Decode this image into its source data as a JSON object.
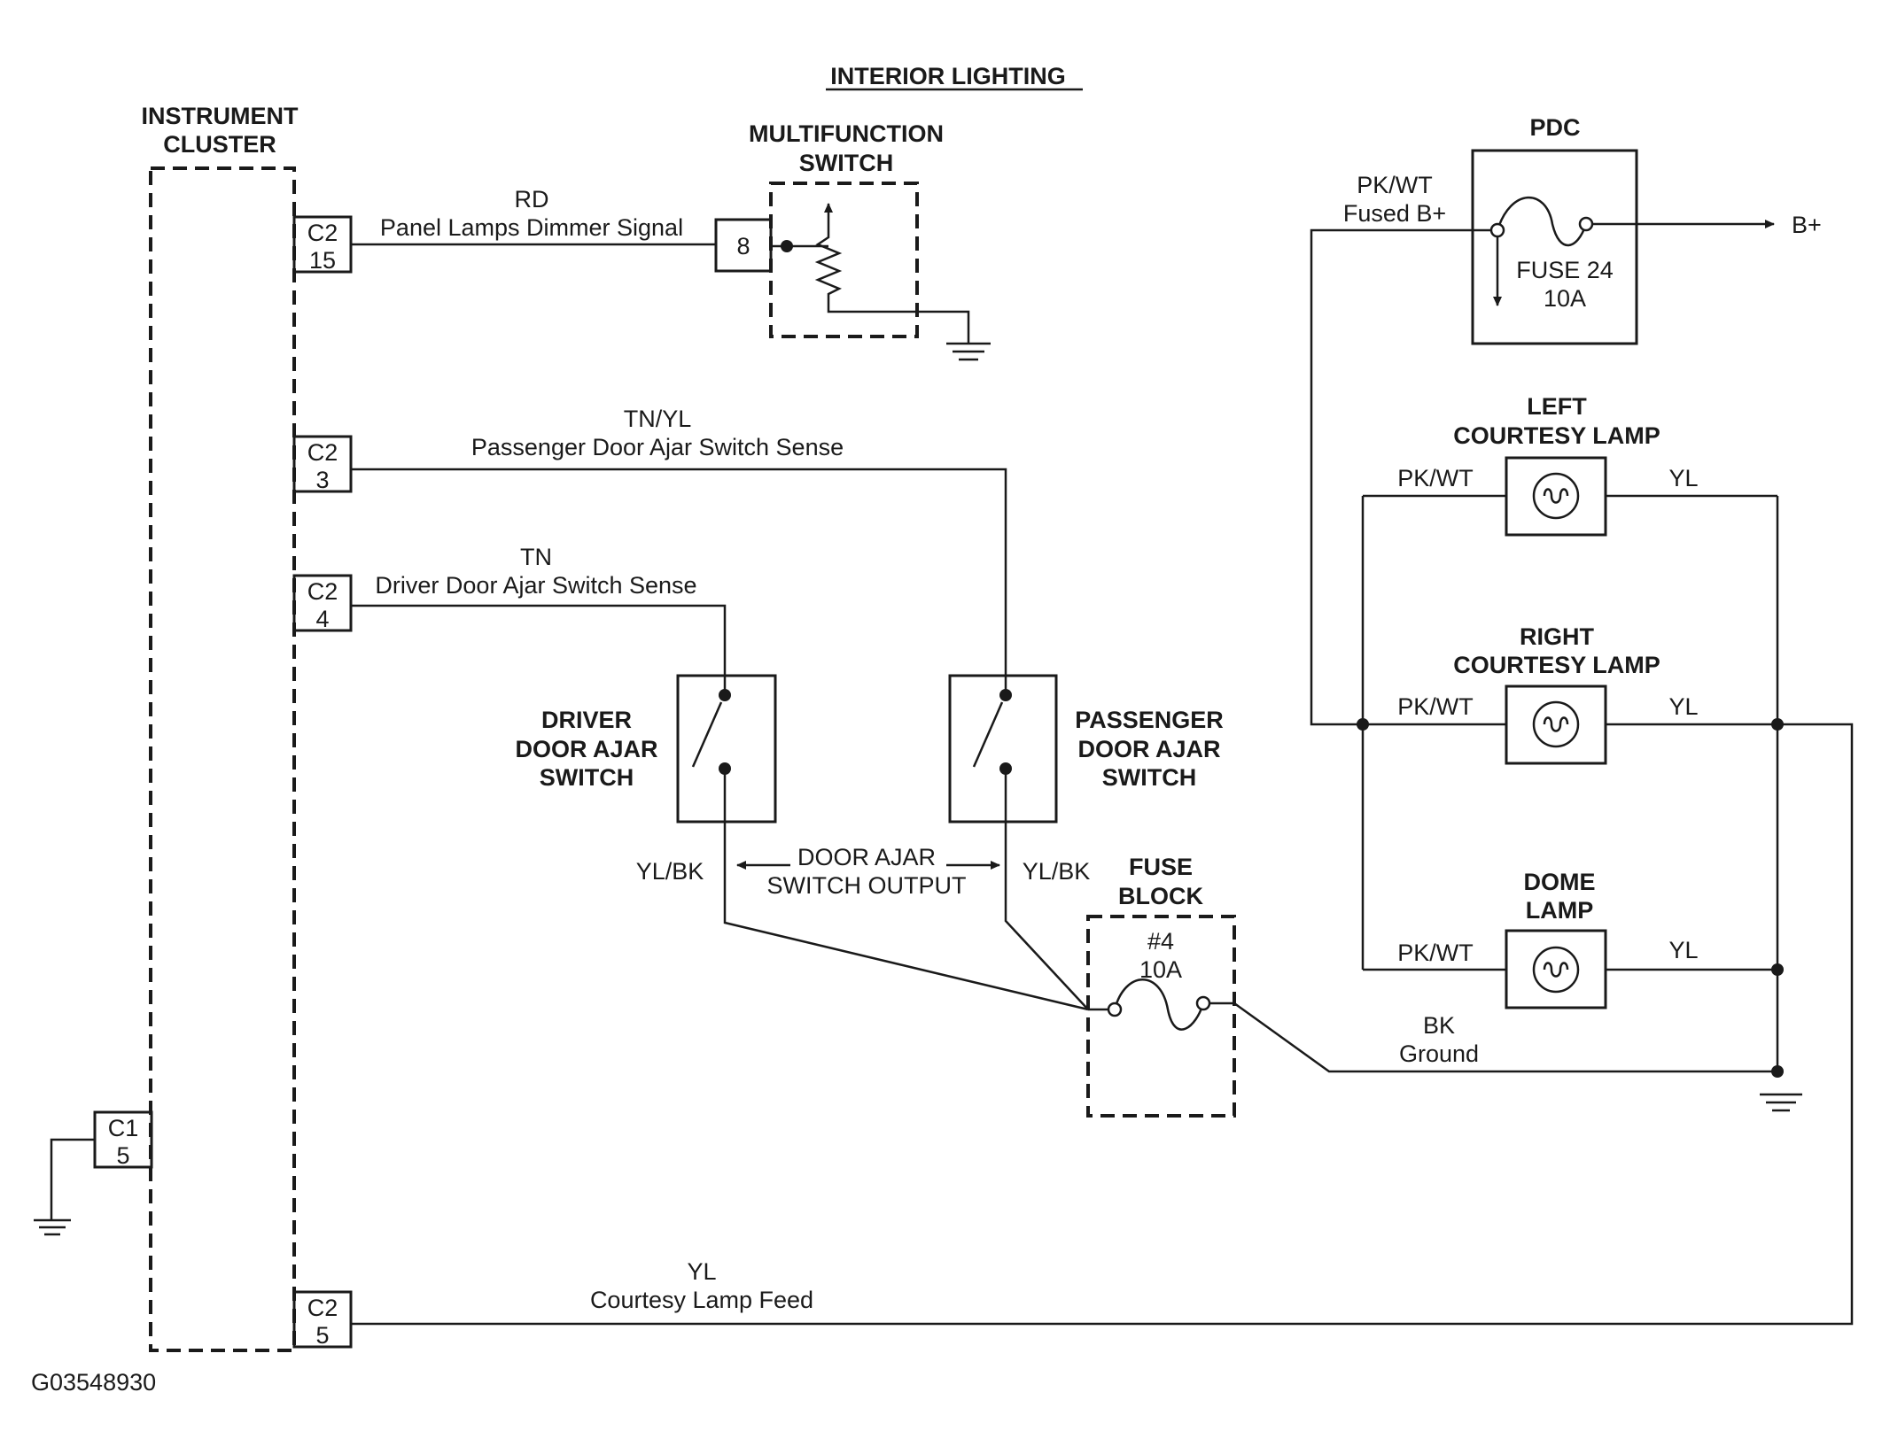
{
  "title": "INTERIOR LIGHTING",
  "figure_id": "G03548930",
  "components": {
    "instrument_cluster": [
      "INSTRUMENT",
      "CLUSTER"
    ],
    "multifunction_switch": [
      "MULTIFUNCTION",
      "SWITCH"
    ],
    "pdc": "PDC",
    "left_courtesy_lamp": [
      "LEFT",
      "COURTESY LAMP"
    ],
    "right_courtesy_lamp": [
      "RIGHT",
      "COURTESY LAMP"
    ],
    "dome_lamp": [
      "DOME",
      "LAMP"
    ],
    "driver_switch": [
      "DRIVER",
      "DOOR AJAR",
      "SWITCH"
    ],
    "passenger_switch": [
      "PASSENGER",
      "DOOR AJAR",
      "SWITCH"
    ],
    "fuse_block": [
      "FUSE",
      "BLOCK"
    ]
  },
  "connectors": {
    "c2_15": [
      "C2",
      "15"
    ],
    "c2_3": [
      "C2",
      "3"
    ],
    "c2_4": [
      "C2",
      "4"
    ],
    "c2_5": [
      "C2",
      "5"
    ],
    "c1_5": [
      "C1",
      "5"
    ],
    "mfs_pin": "8"
  },
  "wires": {
    "dimmer": {
      "color": "RD",
      "label": "Panel Lamps Dimmer Signal"
    },
    "passenger_sense": {
      "color": "TN/YL",
      "label": "Passenger Door Ajar Switch Sense"
    },
    "driver_sense": {
      "color": "TN",
      "label": "Driver Door Ajar Switch Sense"
    },
    "fused_b": {
      "color": "PK/WT",
      "label": "Fused B+"
    },
    "ground": {
      "color": "BK",
      "label": "Ground"
    },
    "courtesy_feed": {
      "color": "YL",
      "label": "Courtesy Lamp Feed"
    },
    "switch_output": {
      "color": "YL/BK",
      "label": [
        "DOOR AJAR",
        "SWITCH OUTPUT"
      ]
    },
    "lamp_in": "PK/WT",
    "lamp_out": "YL"
  },
  "fuses": {
    "pdc_fuse": [
      "FUSE 24",
      "10A"
    ],
    "block_fuse": [
      "#4",
      "10A"
    ]
  },
  "battery": "B+"
}
